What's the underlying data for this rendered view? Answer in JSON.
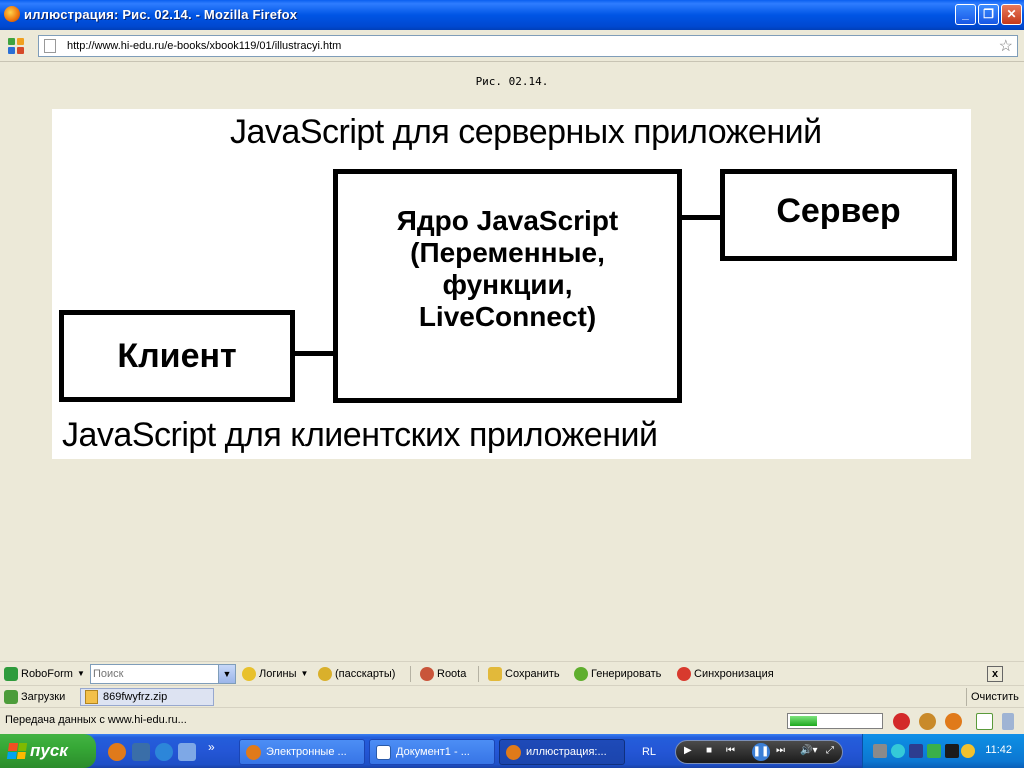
{
  "window": {
    "title": "иллюстрация: Рис. 02.14. - Mozilla Firefox",
    "buttons": {
      "minimize": "_",
      "restore": "❐",
      "close": "✕"
    }
  },
  "navbar": {
    "url": "http://www.hi-edu.ru/e-books/xbook119/01/illustracyi.htm",
    "bookmark_icon": "☆"
  },
  "page": {
    "caption": "Рис. 02.14.",
    "figure": {
      "server_title": "JavaScript для серверных приложений",
      "client_title": "JavaScript для клиентских приложений",
      "core_lines": [
        "Ядро JavaScript",
        "(Переменные,",
        "функции,",
        "LiveConnect)"
      ],
      "server_label": "Сервер",
      "client_label": "Клиент"
    }
  },
  "roboform": {
    "name": "RoboForm",
    "search_placeholder": "Поиск",
    "logins": "Логины",
    "passcards": "(пасскарты)",
    "roota": "Roota",
    "save": "Сохранить",
    "generate": "Генерировать",
    "sync": "Синхронизация",
    "close": "x"
  },
  "downloads": {
    "label": "Загрузки",
    "file": "869fwyfrz.zip",
    "clear": "Очистить"
  },
  "status": {
    "text": "Передача данных с www.hi-edu.ru...",
    "progress": 0.3
  },
  "taskbar": {
    "start": "пуск",
    "overflow": "»",
    "tasks": [
      "Электронные ...",
      "Документ1 - ...",
      "иллюстрация:..."
    ],
    "language": "RL",
    "clock": "11:42"
  },
  "colors": {
    "title_bar": "#0055e5",
    "taskbar": "#245edb",
    "start_button": "#36a836",
    "progress_fill": "#1ea91e"
  }
}
